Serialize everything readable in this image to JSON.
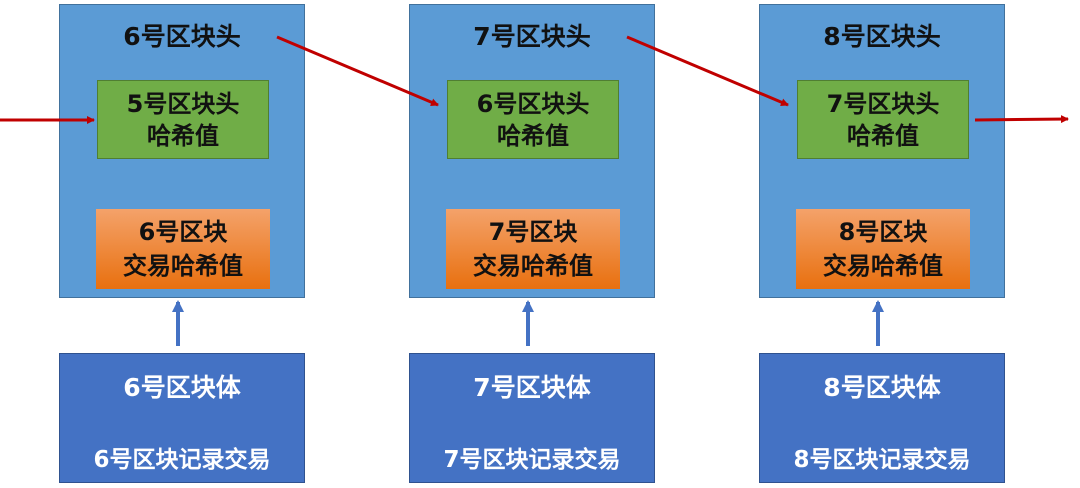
{
  "colors": {
    "header": "#5b9bd5",
    "prev_hash": "#70ad47",
    "tx_hash": "#ed7d31",
    "body": "#4472c4",
    "chain_arrow": "#c00000",
    "body_arrow": "#4472c4"
  },
  "blocks": [
    {
      "header_title": "6号区块头",
      "prev_hash_line1": "5号区块头",
      "prev_hash_line2": "哈希值",
      "tx_hash_line1": "6号区块",
      "tx_hash_line2": "交易哈希值",
      "body_title": "6号区块体",
      "body_text": "6号区块记录交易"
    },
    {
      "header_title": "7号区块头",
      "prev_hash_line1": "6号区块头",
      "prev_hash_line2": "哈希值",
      "tx_hash_line1": "7号区块",
      "tx_hash_line2": "交易哈希值",
      "body_title": "7号区块体",
      "body_text": "7号区块记录交易"
    },
    {
      "header_title": "8号区块头",
      "prev_hash_line1": "7号区块头",
      "prev_hash_line2": "哈希值",
      "tx_hash_line1": "8号区块",
      "tx_hash_line2": "交易哈希值",
      "body_title": "8号区块体",
      "body_text": "8号区块记录交易"
    }
  ]
}
